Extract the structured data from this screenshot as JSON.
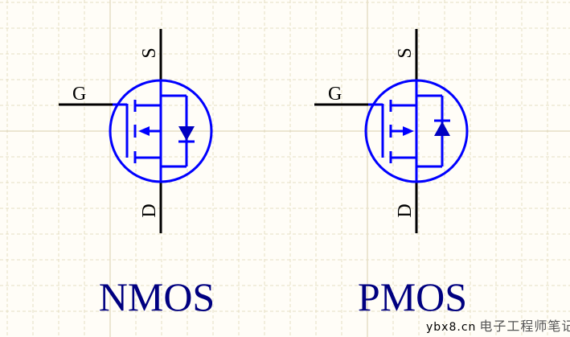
{
  "colors": {
    "symbol": "#0000ff",
    "wire": "#000000",
    "title": "#000080",
    "grid": "#e6dfc3"
  },
  "devices": [
    {
      "name": "NMOS",
      "gate": "G",
      "source": "S",
      "drain": "D",
      "arrow": "inward",
      "diode": "down"
    },
    {
      "name": "PMOS",
      "gate": "G",
      "source": "S",
      "drain": "D",
      "arrow": "outward",
      "diode": "up"
    }
  ],
  "watermark": {
    "domain": "ybx8.cn",
    "text": "电子工程师笔记"
  }
}
